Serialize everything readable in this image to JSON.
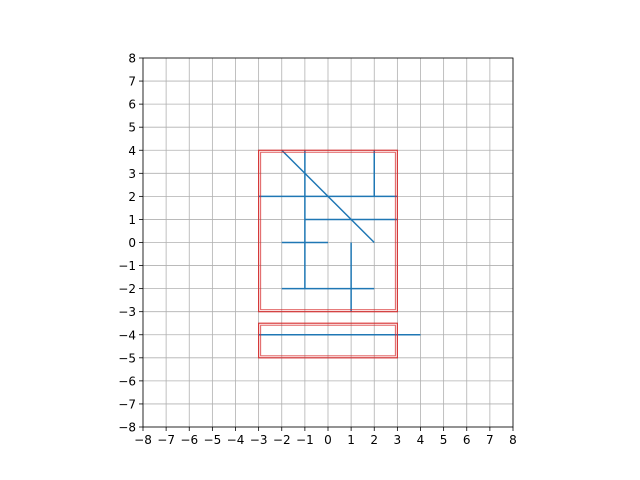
{
  "chart_data": {
    "type": "line",
    "title": "",
    "xlabel": "",
    "ylabel": "",
    "xlim": [
      -8,
      8
    ],
    "ylim": [
      -8,
      8
    ],
    "xticks": [
      -8,
      -7,
      -6,
      -5,
      -4,
      -3,
      -2,
      -1,
      0,
      1,
      2,
      3,
      4,
      5,
      6,
      7,
      8
    ],
    "yticks": [
      -8,
      -7,
      -6,
      -5,
      -4,
      -3,
      -2,
      -1,
      0,
      1,
      2,
      3,
      4,
      5,
      6,
      7,
      8
    ],
    "grid": true,
    "aspect": "equal",
    "colors": {
      "segments": "#1f77b4",
      "rectangles": "#d62728",
      "grid": "#b0b0b0"
    },
    "segments": [
      {
        "x": [
          -2,
          2
        ],
        "y": [
          4,
          0
        ]
      },
      {
        "x": [
          -1,
          -1
        ],
        "y": [
          4,
          -2
        ]
      },
      {
        "x": [
          2,
          2
        ],
        "y": [
          4,
          2
        ]
      },
      {
        "x": [
          -3,
          3
        ],
        "y": [
          2,
          2
        ]
      },
      {
        "x": [
          -1,
          3
        ],
        "y": [
          1,
          1
        ]
      },
      {
        "x": [
          -2,
          0
        ],
        "y": [
          0,
          0
        ]
      },
      {
        "x": [
          1,
          1
        ],
        "y": [
          0,
          -3
        ]
      },
      {
        "x": [
          -2,
          2
        ],
        "y": [
          -2,
          -2
        ]
      },
      {
        "x": [
          -3,
          4
        ],
        "y": [
          -4,
          -4
        ]
      }
    ],
    "rectangles": [
      {
        "x": [
          -3,
          3
        ],
        "y": [
          -3,
          4
        ]
      },
      {
        "x": [
          -3,
          3
        ],
        "y": [
          -5,
          -3.5
        ]
      }
    ]
  }
}
